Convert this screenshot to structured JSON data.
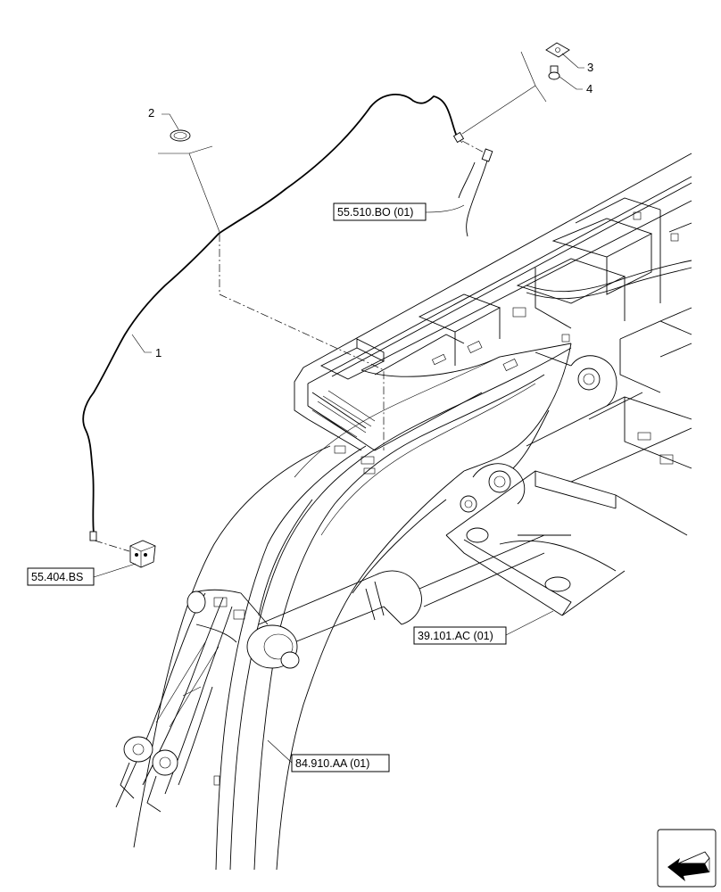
{
  "callouts": {
    "c1": "1",
    "c2": "2",
    "c3": "3",
    "c4": "4"
  },
  "references": {
    "r1": "55.510.BO (01)",
    "r2": "55.404.BS",
    "r3": "39.101.AC (01)",
    "r4": "84.910.AA (01)"
  },
  "icons": {
    "corner": "direction-arrow-icon"
  },
  "colors": {
    "line": "#000000",
    "background": "#ffffff"
  }
}
